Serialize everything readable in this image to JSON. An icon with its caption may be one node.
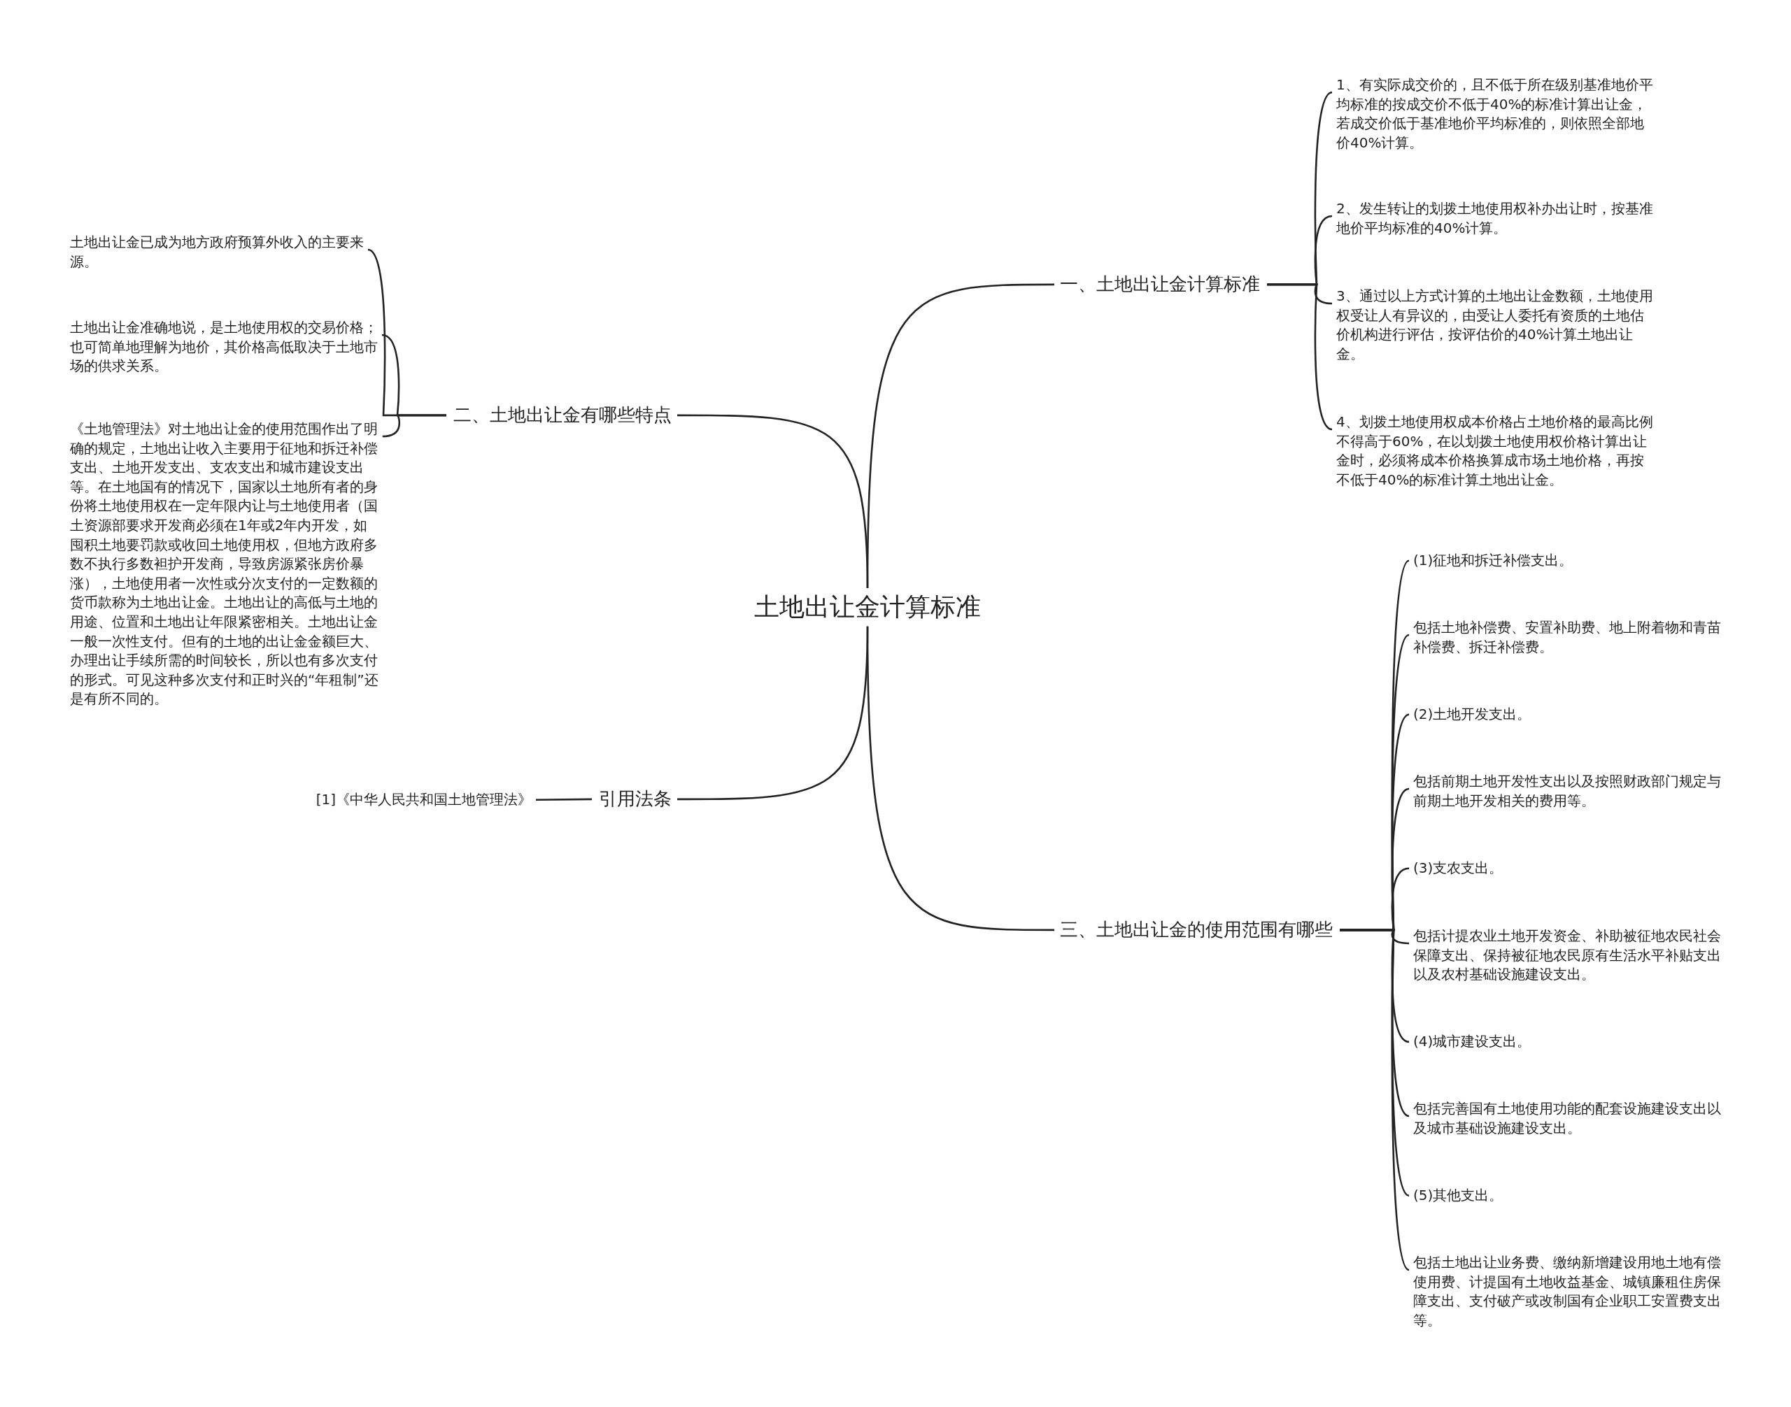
{
  "diagram": {
    "nodes": [
      {
        "text": [
          "土地出让金计算标准"
        ]
      },
      {
        "text": [
          "一、土地出让金计算标准"
        ]
      },
      {
        "text": [
          "1、有实际成交价的，且不低于所在级别基准地价平均标准的按成交价不低于40%的标准计算出让金，若成交价低于基准地价平均标准的，则依照全部地价40%计算。"
        ]
      },
      {
        "text": [
          "2、发生转让的划拨土地使用权补办出让时，按基准地价平均标准的40%计算。"
        ]
      },
      {
        "text": [
          "3、通过以上方式计算的土地出让金数额，土地使用权受让人有异议的，由受让人委托有资质的土地估价机构进行评估，按评估价的40%计算土地出让金。"
        ]
      },
      {
        "text": [
          "4、划拨土地使用权成本价格占土地价格的最高比例不得高于60%，在以划拨土地使用权价格计算出让金时，必须将成本价格换算成市场土地价格，再按不低于40%的标准计算土地出让金。"
        ]
      },
      {
        "text": [
          "二、土地出让金有哪些特点"
        ]
      },
      {
        "text": [
          "土地出让金已成为地方政府预算外收入的主要来源。"
        ]
      },
      {
        "text": [
          "土地出让金准确地说，是土地使用权的交易价格；也可简单地理解为地价，其价格高低取决于土地市场的供求关系。"
        ]
      },
      {
        "text": [
          "《土地管理法》对土地出让金的使用范围作出了明确的规定，土地出让收入主要用于征地和拆迁补偿支出、土地开发支出、支农支出和城市建设支出等。在土地国有的情况下，国家以土地所有者的身份将土地使用权在一定年限内让与土地使用者（国土资源部要求开发商必须在1年或2年内开发，如囤积土地要罚款或收回土地使用权，但地方政府多数不执行多数袒护开发商，导致房源紧张房价暴涨），土地使用者一次性或分次支付的一定数额的货币款称为土地出让金。土地出让的高低与土地的用途、位置和土地出让年限紧密相关。土地出让金一般一次性支付。但有的土地的出让金金额巨大、办理出让手续所需的时间较长，所以也有多次支付的形式。可见这种多次支付和正时兴的“年租制”还是有所不同的。"
        ]
      },
      {
        "text": [
          "引用法条"
        ]
      },
      {
        "text": [
          "[1]《中华人民共和国土地管理法》"
        ]
      },
      {
        "text": [
          "三、土地出让金的使用范围有哪些"
        ]
      },
      {
        "text": [
          "(1)征地和拆迁补偿支出。"
        ]
      },
      {
        "text": [
          "包括土地补偿费、安置补助费、地上附着物和青苗补偿费、拆迁补偿费。"
        ]
      },
      {
        "text": [
          "(2)土地开发支出。"
        ]
      },
      {
        "text": [
          "包括前期土地开发性支出以及按照财政部门规定与前期土地开发相关的费用等。"
        ]
      },
      {
        "text": [
          "(3)支农支出。"
        ]
      },
      {
        "text": [
          "包括计提农业土地开发资金、补助被征地农民社会保障支出、保持被征地农民原有生活水平补贴支出以及农村基础设施建设支出。"
        ]
      },
      {
        "text": [
          "(4)城市建设支出。"
        ]
      },
      {
        "text": [
          "包括完善国有土地使用功能的配套设施建设支出以及城市基础设施建设支出。"
        ]
      },
      {
        "text": [
          "(5)其他支出。"
        ]
      },
      {
        "text": [
          "包括土地出让业务费、缴纳新增建设用地土地有偿使用费、计提国有土地收益基金、城镇廉租住房保障支出、支付破产或改制国有企业职工安置费支出等。"
        ]
      }
    ],
    "edges": [
      {
        "from": 0,
        "to": 1,
        "arrow": "none"
      },
      {
        "from": 1,
        "to": 2,
        "arrow": "none"
      },
      {
        "from": 1,
        "to": 3,
        "arrow": "none"
      },
      {
        "from": 1,
        "to": 4,
        "arrow": "none"
      },
      {
        "from": 1,
        "to": 5,
        "arrow": "none"
      },
      {
        "from": 0,
        "to": 6,
        "arrow": "none"
      },
      {
        "from": 6,
        "to": 7,
        "arrow": "none"
      },
      {
        "from": 6,
        "to": 8,
        "arrow": "none"
      },
      {
        "from": 6,
        "to": 9,
        "arrow": "none"
      },
      {
        "from": 0,
        "to": 10,
        "arrow": "none"
      },
      {
        "from": 10,
        "to": 11,
        "arrow": "none"
      },
      {
        "from": 0,
        "to": 12,
        "arrow": "none"
      },
      {
        "from": 12,
        "to": 13,
        "arrow": "none"
      },
      {
        "from": 12,
        "to": 14,
        "arrow": "none"
      },
      {
        "from": 12,
        "to": 15,
        "arrow": "none"
      },
      {
        "from": 12,
        "to": 16,
        "arrow": "none"
      },
      {
        "from": 12,
        "to": 17,
        "arrow": "none"
      },
      {
        "from": 12,
        "to": 18,
        "arrow": "none"
      },
      {
        "from": 12,
        "to": 19,
        "arrow": "none"
      },
      {
        "from": 12,
        "to": 20,
        "arrow": "none"
      },
      {
        "from": 12,
        "to": 21,
        "arrow": "none"
      },
      {
        "from": 12,
        "to": 22,
        "arrow": "none"
      }
    ]
  }
}
